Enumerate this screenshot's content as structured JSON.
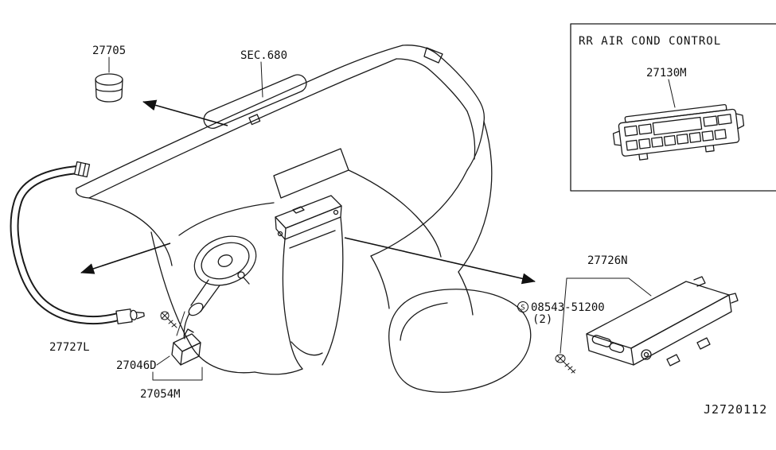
{
  "diagram": {
    "inset_title": "RR AIR COND CONTROL",
    "labels": {
      "p27705": "27705",
      "sec680": "SEC.680",
      "p27130M": "27130M",
      "p27726N": "27726N",
      "p27727L": "27727L",
      "p27046D": "27046D",
      "p27054M": "27054M",
      "screw_symbol": "S",
      "screw_part": "08543-51200",
      "screw_qty": "(2)",
      "diagram_id": "J2720112"
    },
    "colors": {
      "ink": "#1a1a1a",
      "background": "#ffffff"
    }
  }
}
